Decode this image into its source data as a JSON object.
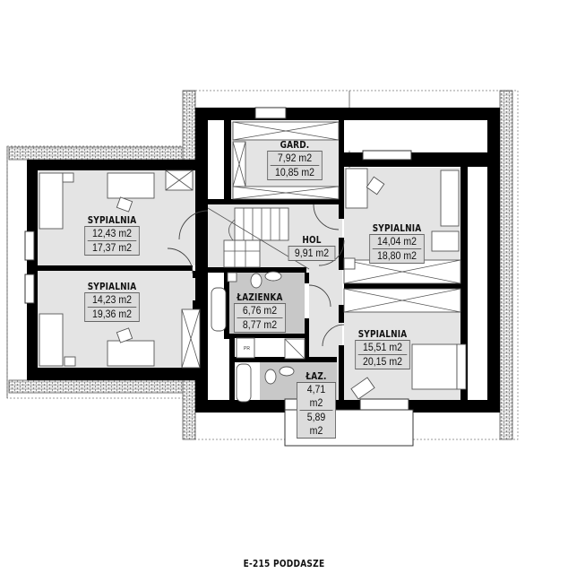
{
  "plan": {
    "title": "E-215 PODDASZE",
    "colors": {
      "wall": "#000000",
      "floor": "#e4e4e4",
      "bathroom_floor": "#c8c8c8",
      "background": "#ffffff"
    }
  },
  "rooms": [
    {
      "id": "sypialnia-nw",
      "name": "SYPIALNIA",
      "area_net": "12,43 m2",
      "area_gross": "17,37 m2"
    },
    {
      "id": "gard",
      "name": "GARD.",
      "area_net": "7,92 m2",
      "area_gross": "10,85 m2"
    },
    {
      "id": "sypialnia-ne",
      "name": "SYPIALNIA",
      "area_net": "14,04 m2",
      "area_gross": "18,80 m2"
    },
    {
      "id": "hol",
      "name": "HOL",
      "area_net": "9,91 m2"
    },
    {
      "id": "sypialnia-sw",
      "name": "SYPIALNIA",
      "area_net": "14,23 m2",
      "area_gross": "19,36 m2"
    },
    {
      "id": "lazienka",
      "name": "ŁAZIENKA",
      "area_net": "6,76 m2",
      "area_gross": "8,77 m2"
    },
    {
      "id": "sypialnia-se",
      "name": "SYPIALNIA",
      "area_net": "15,51 m2",
      "area_gross": "20,15 m2"
    },
    {
      "id": "laz",
      "name": "ŁAZ.",
      "area_net": "4,71 m2",
      "area_gross": "5,89 m2"
    }
  ],
  "fixtures": {
    "washer_label": "PR"
  }
}
